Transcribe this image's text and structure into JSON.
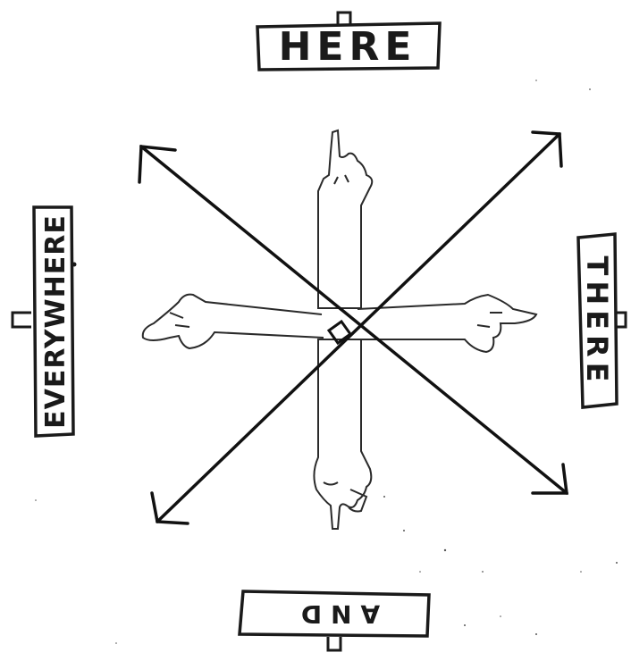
{
  "diagram": {
    "labels": {
      "top": "HERE",
      "right": "THERE",
      "bottom": "AND",
      "left": "EVERYWHERE"
    },
    "arrows": [
      "up-left",
      "up-right",
      "down-left",
      "down-right"
    ],
    "pointing_hands": [
      "up",
      "down",
      "left",
      "right"
    ],
    "ink_color": "#1a1a1a",
    "paper_color": "#ffffff"
  }
}
